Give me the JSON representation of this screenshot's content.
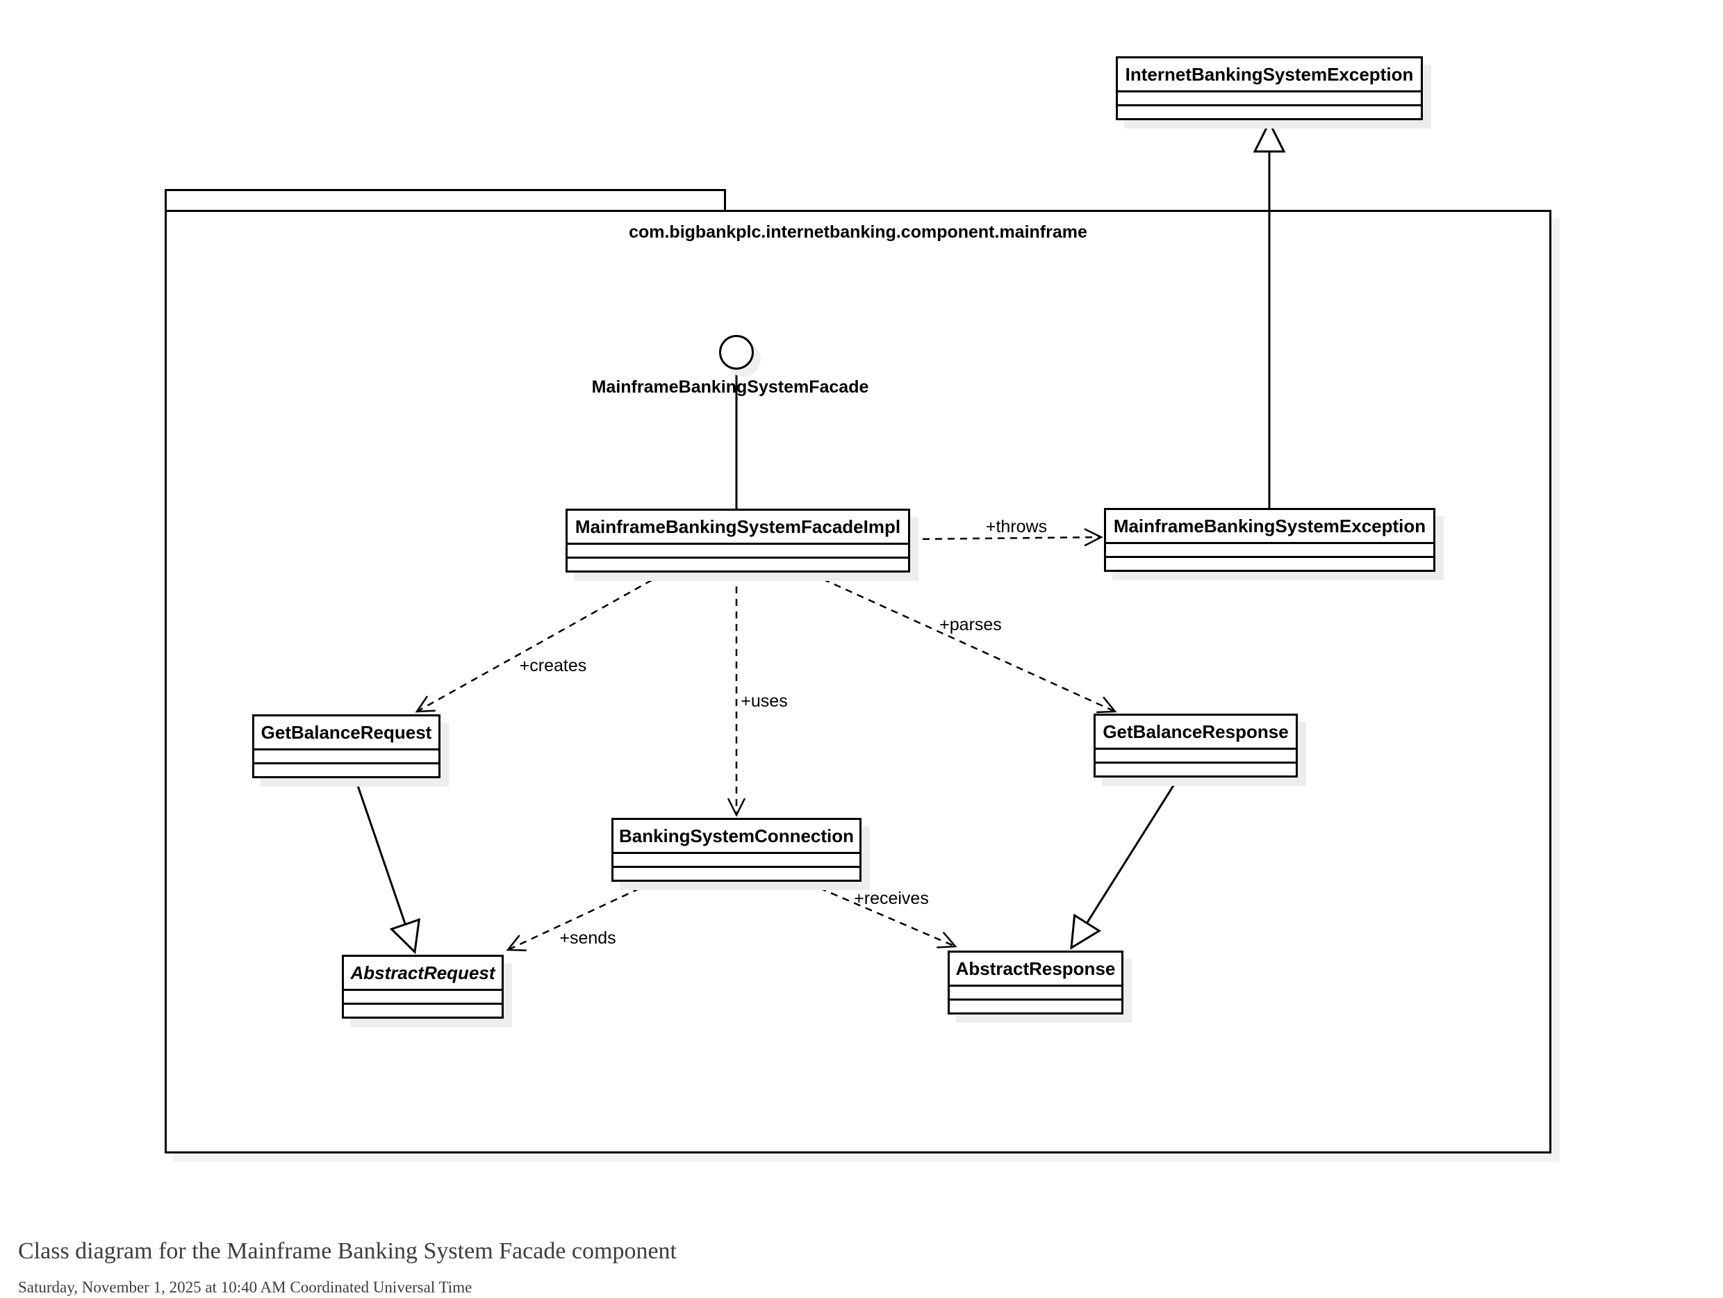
{
  "package": {
    "label": "com.bigbankplc.internetbanking.component.mainframe"
  },
  "interface": {
    "label": "MainframeBankingSystemFacade"
  },
  "classes": [
    {
      "name": "InternetBankingSystemException",
      "abstract": false
    },
    {
      "name": "MainframeBankingSystemFacadeImpl",
      "abstract": false
    },
    {
      "name": "MainframeBankingSystemException",
      "abstract": false
    },
    {
      "name": "GetBalanceRequest",
      "abstract": false
    },
    {
      "name": "GetBalanceResponse",
      "abstract": false
    },
    {
      "name": "BankingSystemConnection",
      "abstract": false
    },
    {
      "name": "AbstractRequest",
      "abstract": true
    },
    {
      "name": "AbstractResponse",
      "abstract": false
    }
  ],
  "relationships": {
    "throws": "+throws",
    "creates": "+creates",
    "uses": "+uses",
    "parses": "+parses",
    "sends": "+sends",
    "receives": "+receives"
  },
  "caption": {
    "title": "Class diagram for the Mainframe Banking System Facade component",
    "timestamp": "Saturday, November 1, 2025 at 10:40 AM Coordinated Universal Time"
  },
  "colors": {
    "line": "#000000",
    "box_fill": "#ffffff",
    "shadow": "#ededed",
    "caption_text": "#3d3d3d"
  }
}
